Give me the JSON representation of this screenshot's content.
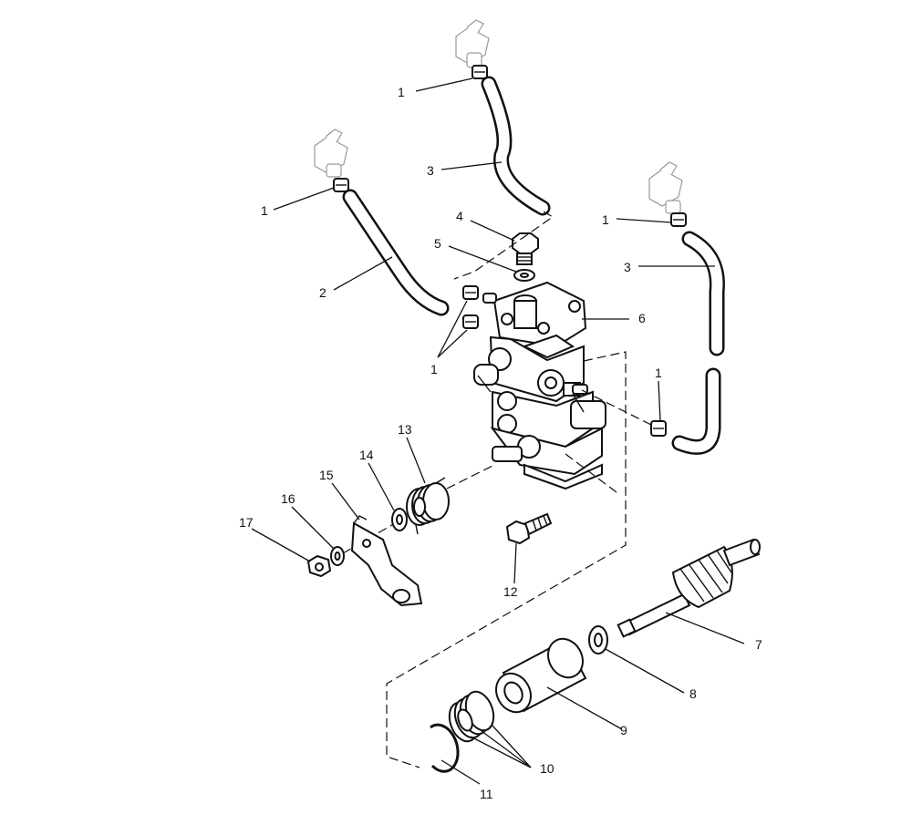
{
  "callouts": {
    "c1_left": "1",
    "c1_top": "1",
    "c1_right_top": "1",
    "c1_pump": "1",
    "c1_right_lower": "1",
    "c2": "2",
    "c3_top": "3",
    "c3_right": "3",
    "c4": "4",
    "c5": "5",
    "c6": "6",
    "c7": "7",
    "c8": "8",
    "c9": "9",
    "c10": "10",
    "c11": "11",
    "c12": "12",
    "c13": "13",
    "c14": "14",
    "c15": "15",
    "c16": "16",
    "c17": "17"
  },
  "icons": [
    "injector-nozzle-icon",
    "hose-clamp-icon",
    "oil-hose-icon",
    "oil-pump-icon",
    "spring-icon",
    "washer-icon",
    "nut-icon",
    "bolt-icon",
    "drive-shaft-icon",
    "collar-icon",
    "snap-ring-icon",
    "control-lever-icon"
  ]
}
